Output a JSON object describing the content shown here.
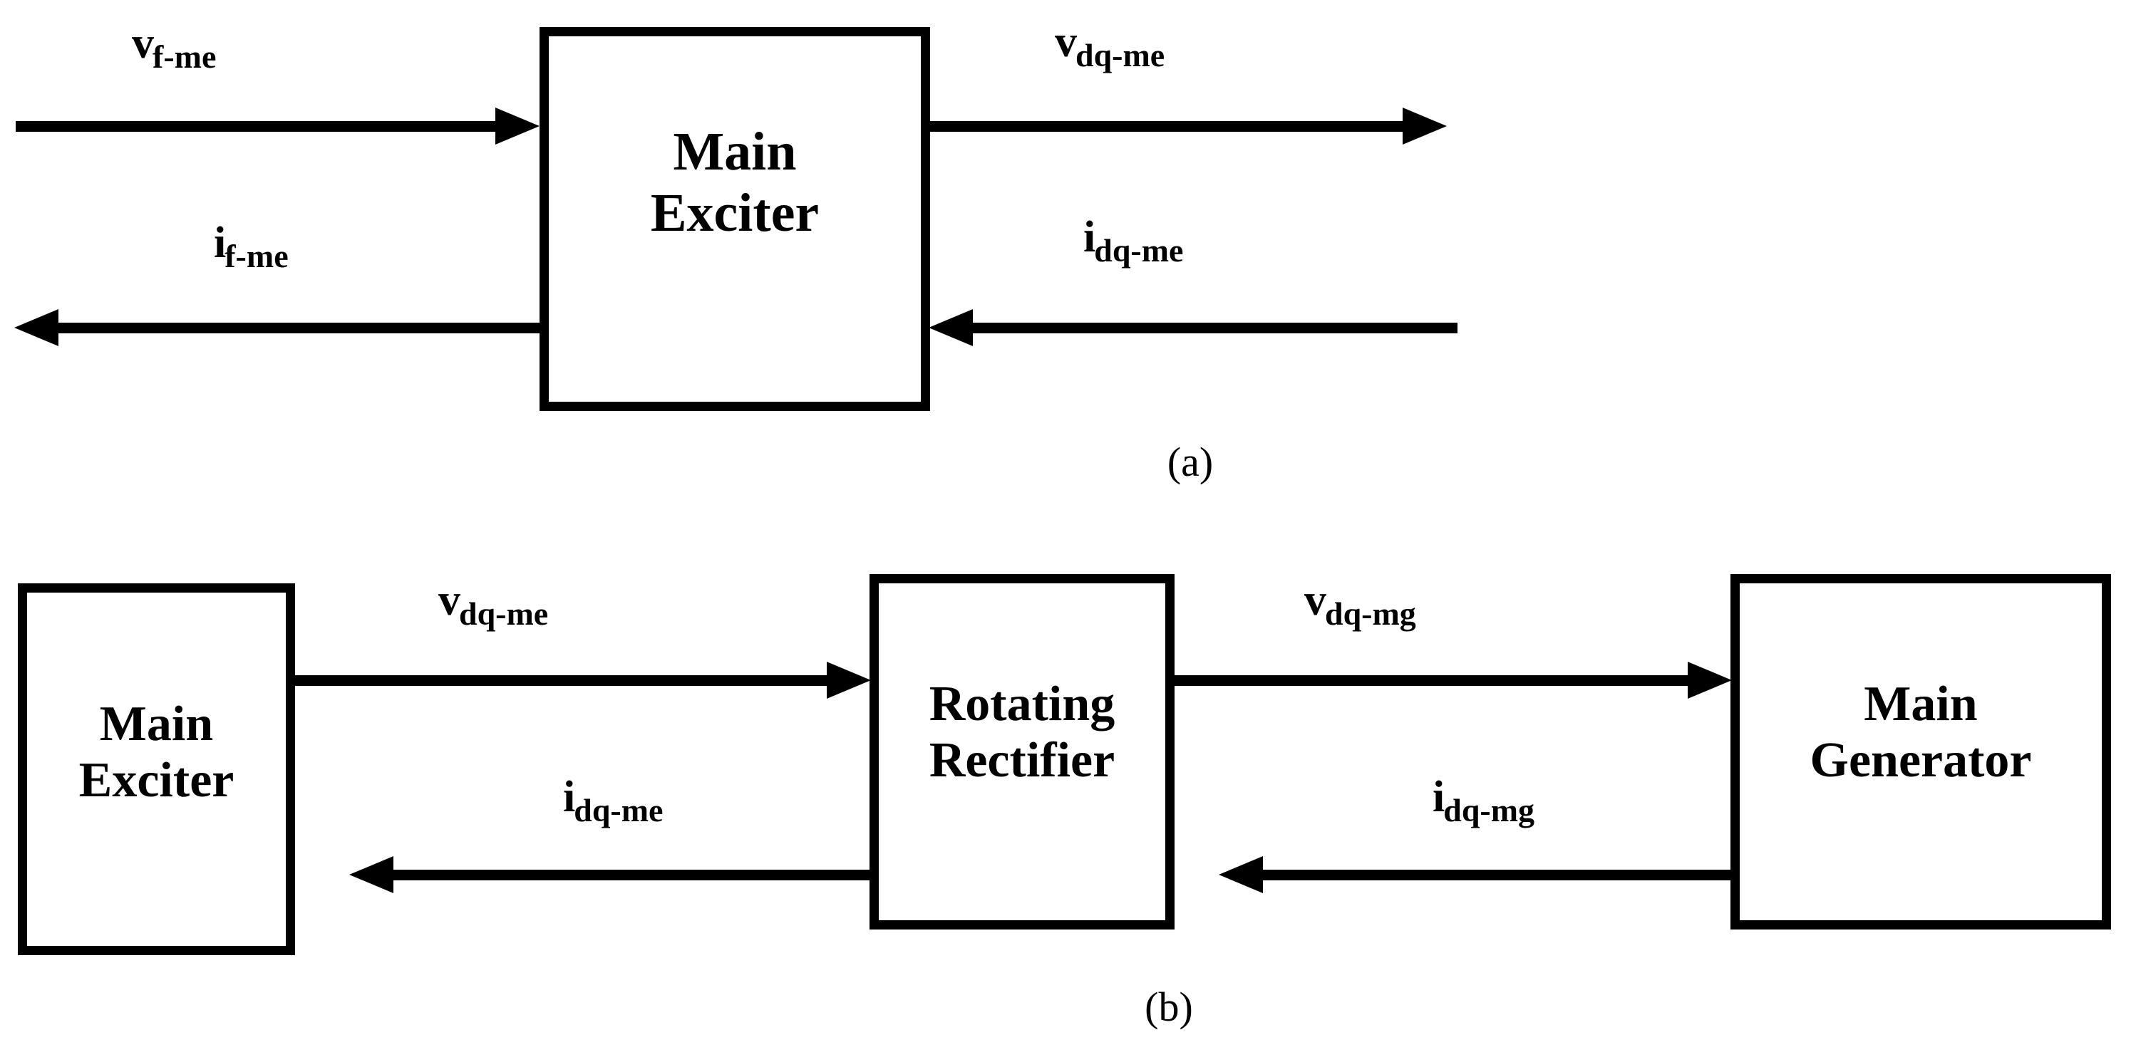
{
  "figure": {
    "panels": [
      {
        "id": "a",
        "caption": "(a)",
        "blocks": [
          {
            "name": "main-exciter",
            "line1": "Main",
            "line2": "Exciter"
          }
        ],
        "signals": [
          {
            "name": "v-f-me",
            "base": "v",
            "sub": "f-me",
            "direction": "right"
          },
          {
            "name": "v-dq-me",
            "base": "v",
            "sub": "dq-me",
            "direction": "right"
          },
          {
            "name": "i-f-me",
            "base": "i",
            "sub": "f-me",
            "direction": "left"
          },
          {
            "name": "i-dq-me",
            "base": "i",
            "sub": "dq-me",
            "direction": "left"
          }
        ]
      },
      {
        "id": "b",
        "caption": "(b)",
        "blocks": [
          {
            "name": "main-exciter",
            "line1": "Main",
            "line2": "Exciter"
          },
          {
            "name": "rotating-rectifier",
            "line1": "Rotating",
            "line2": "Rectifier"
          },
          {
            "name": "main-generator",
            "line1": "Main",
            "line2": "Generator"
          }
        ],
        "signals": [
          {
            "name": "v-dq-me",
            "base": "v",
            "sub": "dq-me",
            "direction": "right"
          },
          {
            "name": "v-dq-mg",
            "base": "v",
            "sub": "dq-mg",
            "direction": "right"
          },
          {
            "name": "i-dq-me",
            "base": "i",
            "sub": "dq-me",
            "direction": "left"
          },
          {
            "name": "i-dq-mg",
            "base": "i",
            "sub": "dq-mg",
            "direction": "left"
          }
        ]
      }
    ]
  },
  "colors": {
    "stroke": "#000000",
    "background": "#ffffff"
  }
}
